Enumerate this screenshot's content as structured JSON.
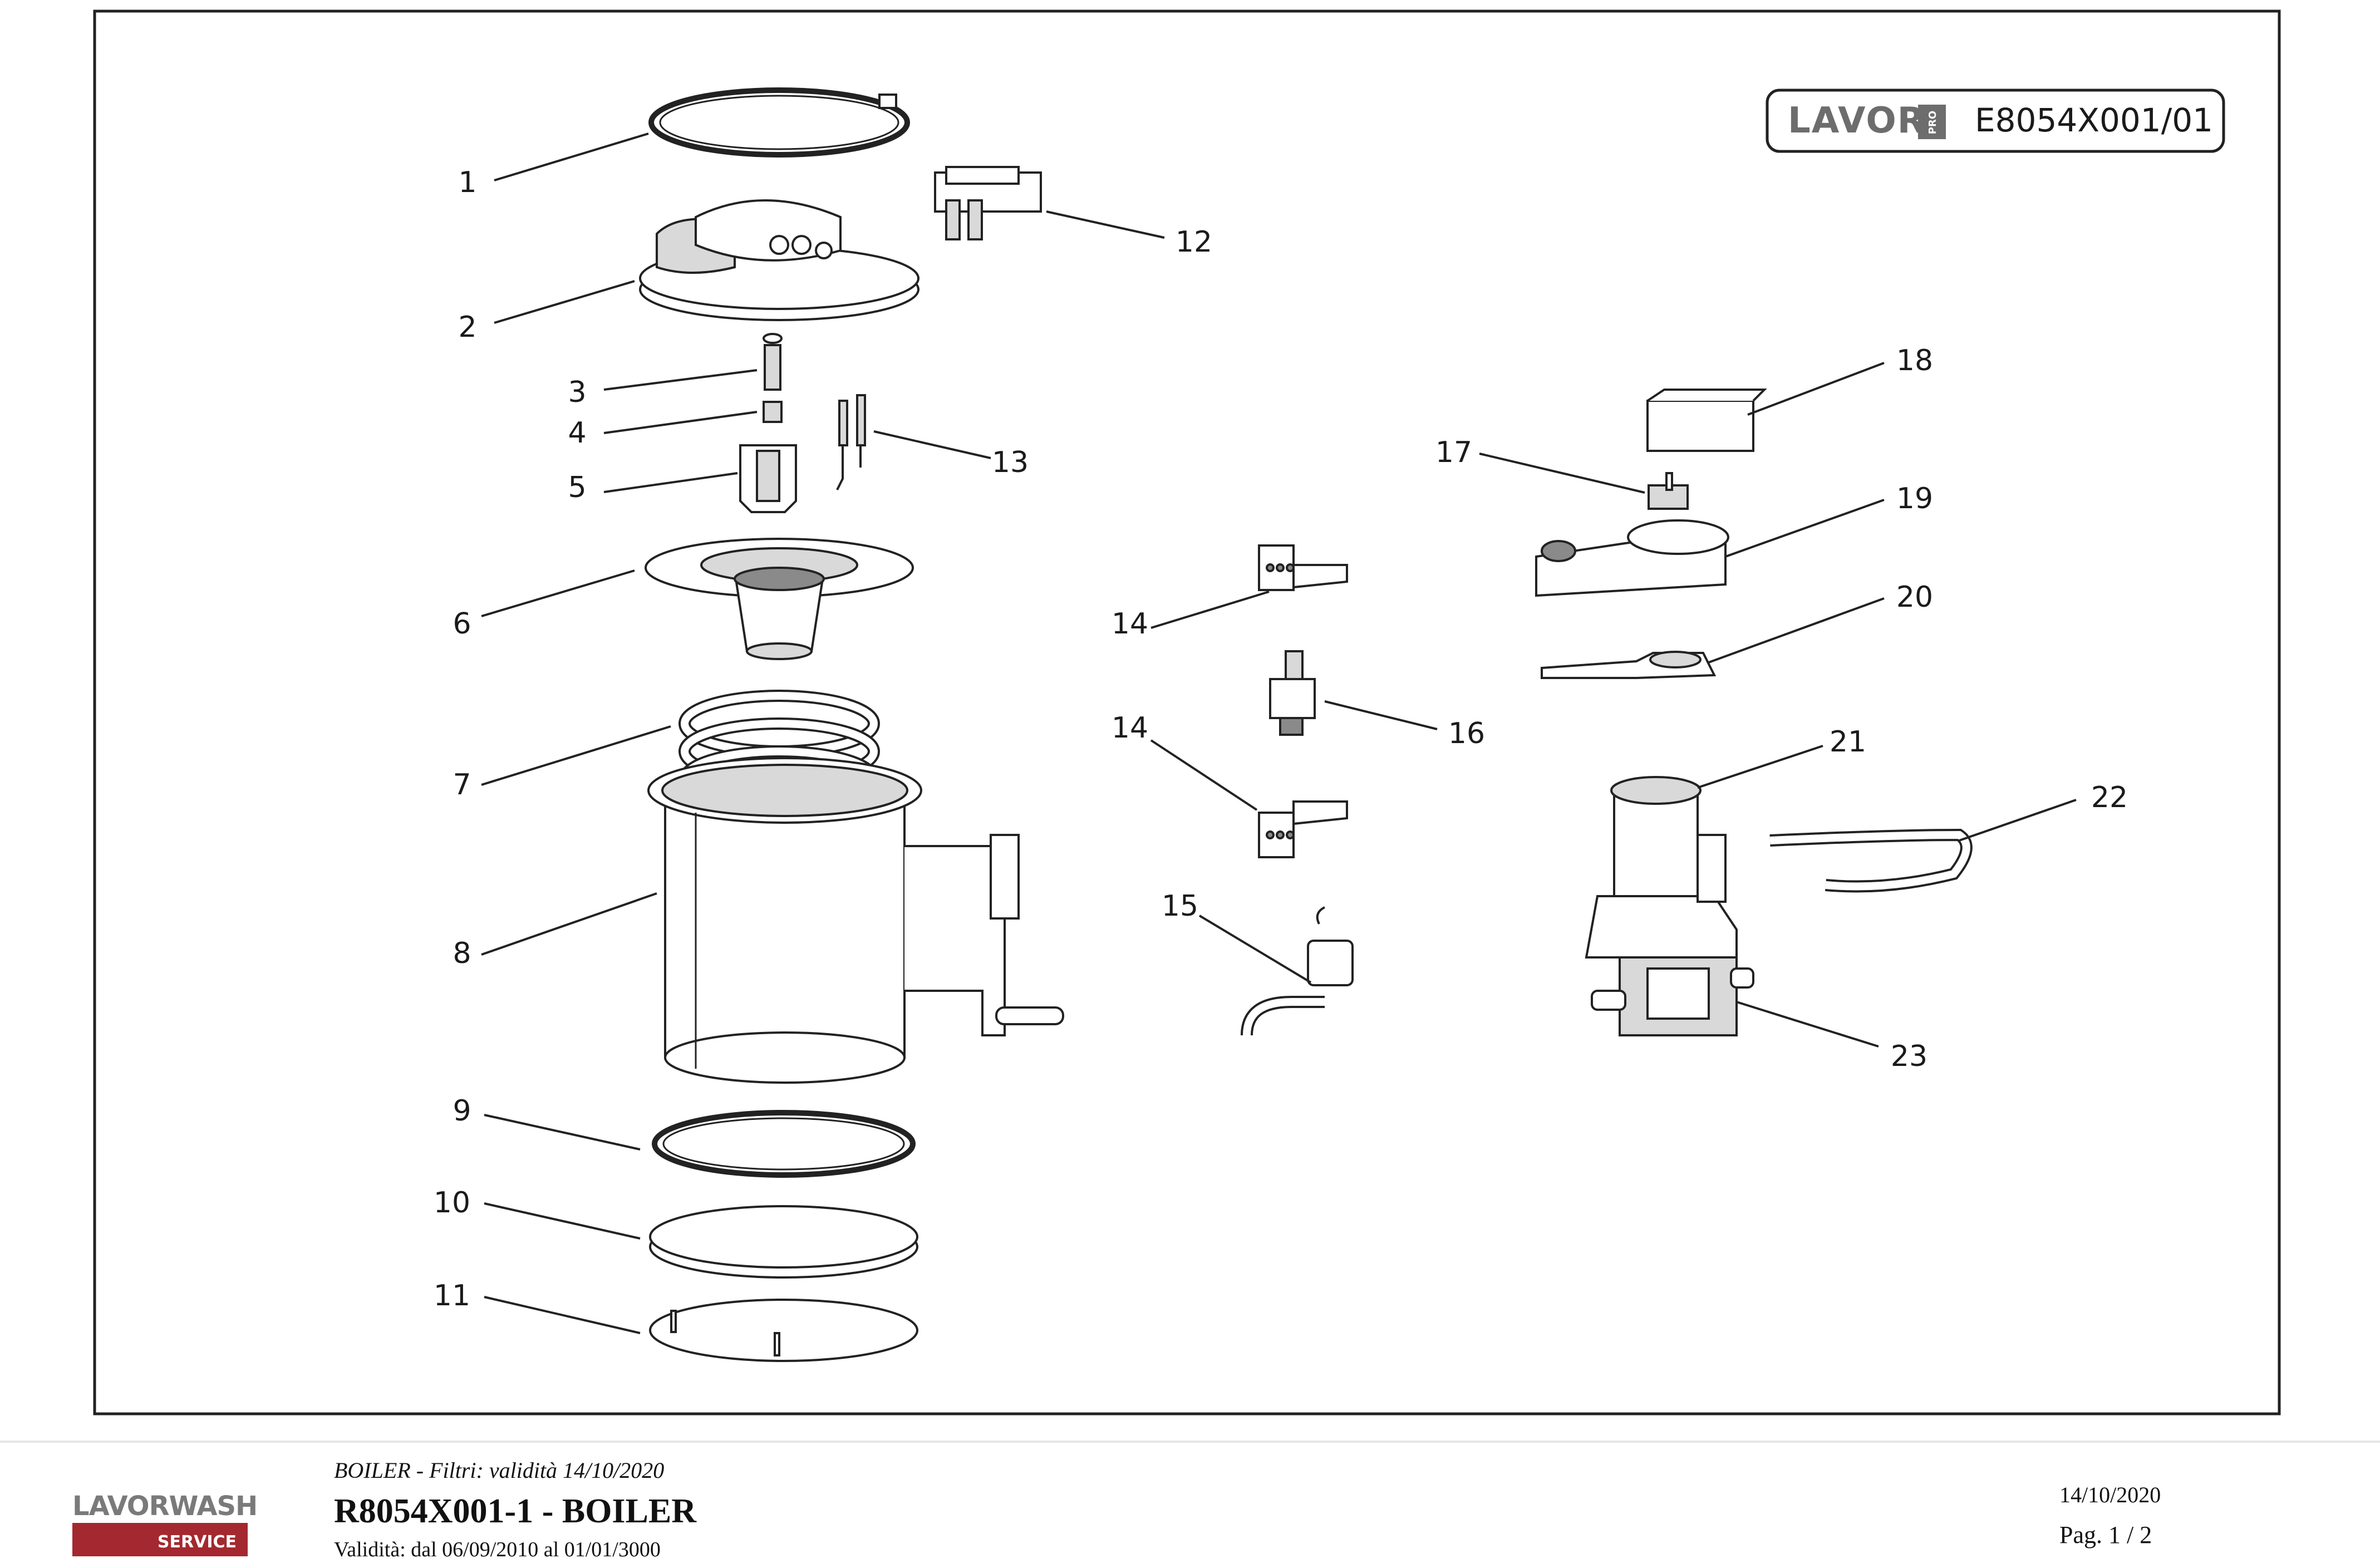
{
  "header_badge": {
    "brand": "LAVOR",
    "brand_tag": "PRO",
    "code": "E8054X001/01"
  },
  "callouts": [
    "1",
    "2",
    "3",
    "4",
    "5",
    "6",
    "7",
    "8",
    "9",
    "10",
    "11",
    "12",
    "13",
    "14",
    "14",
    "15",
    "16",
    "17",
    "18",
    "19",
    "20",
    "21",
    "22",
    "23"
  ],
  "footer": {
    "logo_top": "LAVORWASH",
    "logo_bottom": "SERVICE",
    "filter_line": "BOILER - Filtri: validità 14/10/2020",
    "title": "R8054X001-1 - BOILER",
    "validity": "Validità: dal 06/09/2010 al 01/01/3000",
    "date": "14/10/2020",
    "page": "Pag. 1 / 2"
  },
  "colors": {
    "logo_red": "#a4282f",
    "line": "#222222"
  }
}
